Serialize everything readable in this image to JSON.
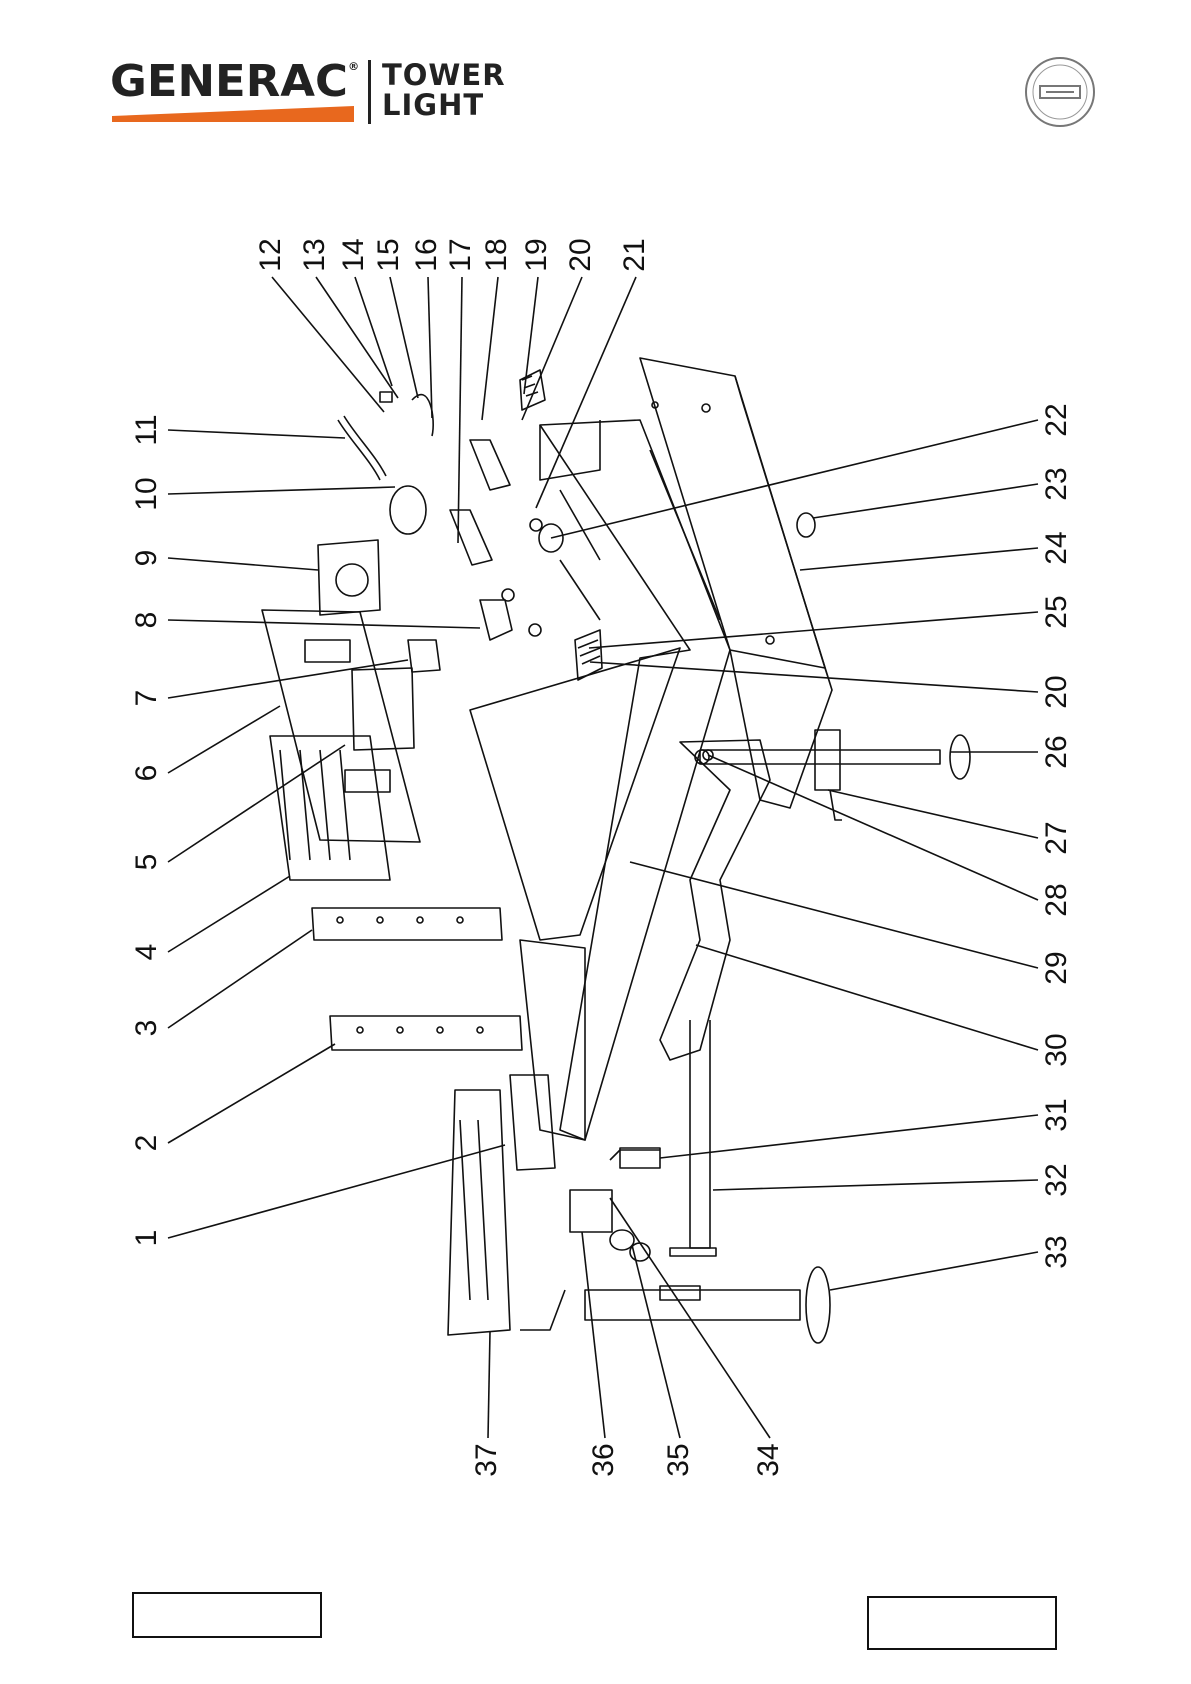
{
  "header": {
    "brand_name": "GENERAC",
    "brand_reg": "®",
    "product_line_1": "TOWER",
    "product_line_2": "LIGHT",
    "seal_icon": "certification-seal-icon"
  },
  "diagram": {
    "callouts": [
      "1",
      "2",
      "3",
      "4",
      "5",
      "6",
      "7",
      "8",
      "9",
      "10",
      "11",
      "12",
      "13",
      "14",
      "15",
      "16",
      "17",
      "18",
      "19",
      "20",
      "21",
      "22",
      "23",
      "24",
      "25",
      "20",
      "26",
      "27",
      "28",
      "29",
      "30",
      "31",
      "32",
      "33",
      "34",
      "35",
      "36",
      "37"
    ]
  },
  "colors": {
    "accent": "#e8681e",
    "line": "#111111"
  },
  "footer": {
    "left_box": "",
    "right_box": ""
  }
}
